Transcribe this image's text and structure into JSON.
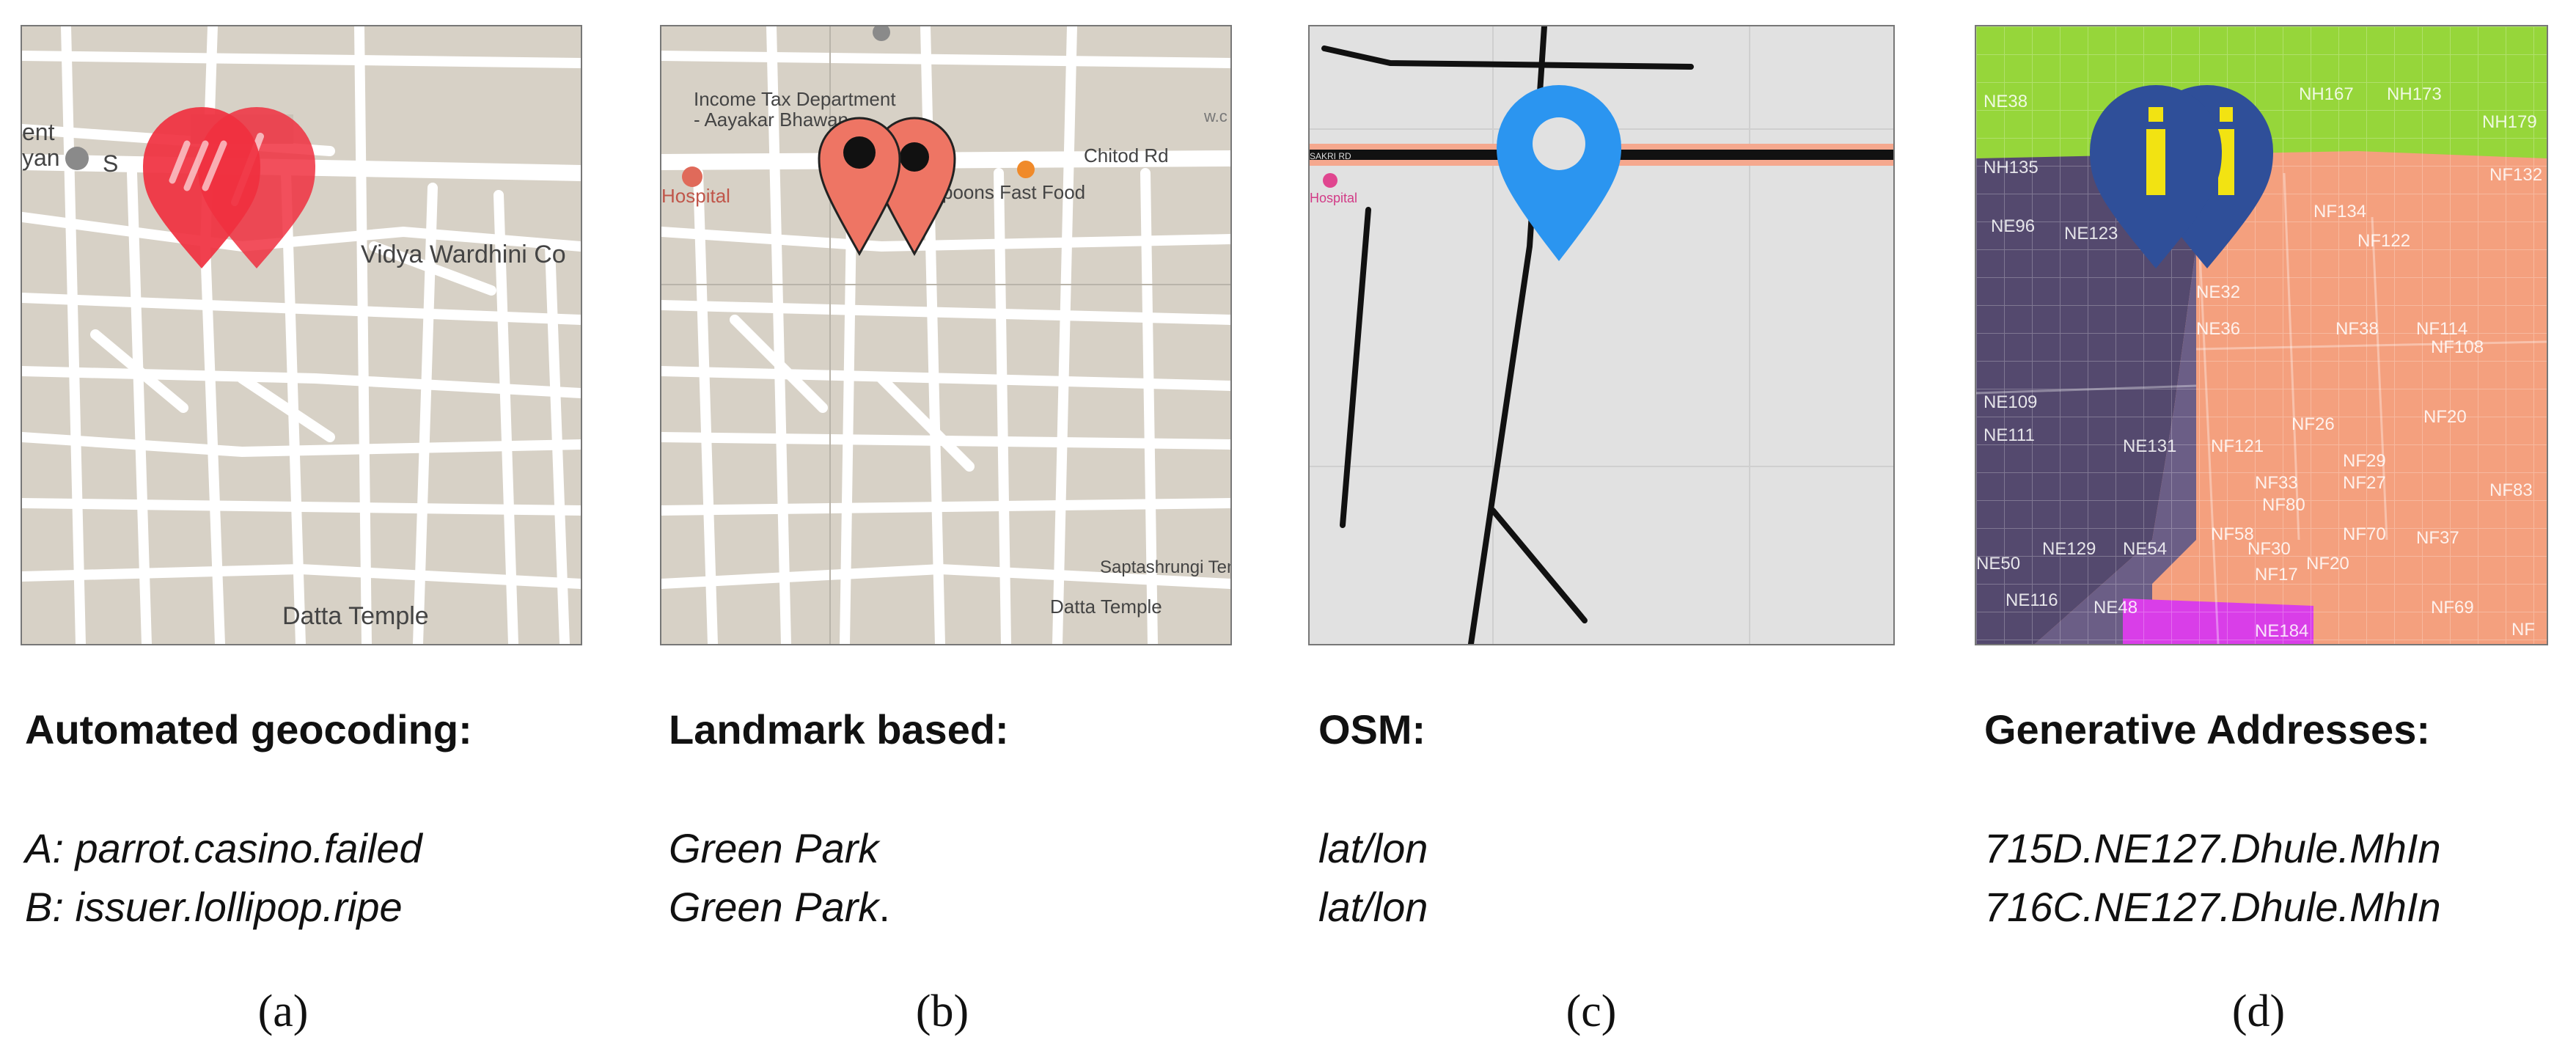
{
  "panels": [
    {
      "heading": "Automated geocoding:",
      "line1": "A: parrot.casino.failed",
      "line2": "B: issuer.lollipop.ripe",
      "caption": "(a)",
      "map_labels": [
        "ent",
        "yan",
        "S",
        "Vidya Wardhini Co",
        "Datta Temple"
      ]
    },
    {
      "heading": "Landmark based:",
      "line1": "Green Park",
      "line2": "Green Park",
      "line2_suffix": ".",
      "caption": "(b)",
      "map_labels": [
        "Income Tax Department",
        "- Aayakar Bhawan",
        "Hospital",
        "Chitod Rd",
        "spoons Fast Food",
        "Saptashrungi Temp",
        "Datta Temple",
        "w.c"
      ]
    },
    {
      "heading": "OSM:",
      "line1": "lat/lon",
      "line2": "lat/lon",
      "caption": "(c)",
      "map_labels": [
        "SAKRI RD",
        "Hospital"
      ]
    },
    {
      "heading": "Generative Addresses:",
      "line1": "715D.NE127.Dhule.MhIn",
      "line2": "716C.NE127.Dhule.MhIn",
      "caption": "(d)",
      "map_labels": [
        "NE38",
        "NH167",
        "NH173",
        "NH179",
        "NH135",
        "NE96",
        "NE123",
        "NF134",
        "NF122",
        "NF132",
        "NE32",
        "NE36",
        "NF38",
        "NF114",
        "NF108",
        "NE109",
        "NE111",
        "NE131",
        "NF121",
        "NF26",
        "NF20",
        "NF29",
        "NF27",
        "NF33",
        "NF80",
        "NF83",
        "NF70",
        "NF37",
        "NF58",
        "NF30",
        "NF17",
        "NF20",
        "NE129",
        "NE54",
        "NE50",
        "NE116",
        "NE48",
        "NE184",
        "NF69",
        "NF"
      ]
    }
  ],
  "colors": {
    "marker_red": "#f0303f",
    "marker_salmon": "#ee7564",
    "marker_blue": "#2b95f0",
    "marker_navy": "#2f4f99",
    "marker_yellow": "#f2e312",
    "map_beige": "#d7d1c6",
    "osm_grey": "#e1e1e1",
    "osm_road": "#f5a88e",
    "grid_green": "#96d63a",
    "grid_salmon": "#f4a07e",
    "grid_purple": "#54496e",
    "grid_magenta": "#d93ee8"
  }
}
